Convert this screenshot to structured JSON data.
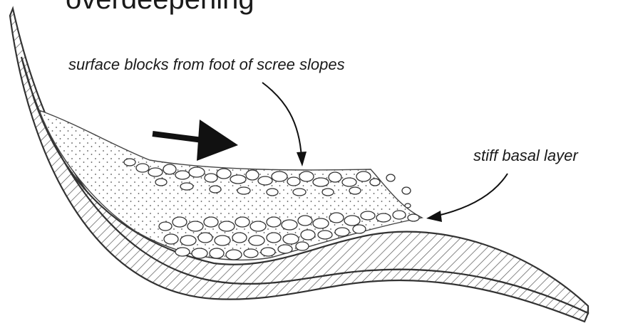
{
  "diagram": {
    "title": "overdeepening",
    "labels": {
      "surface_blocks": "surface blocks from foot of scree slopes",
      "stiff_basal_layer": "stiff basal layer"
    }
  }
}
